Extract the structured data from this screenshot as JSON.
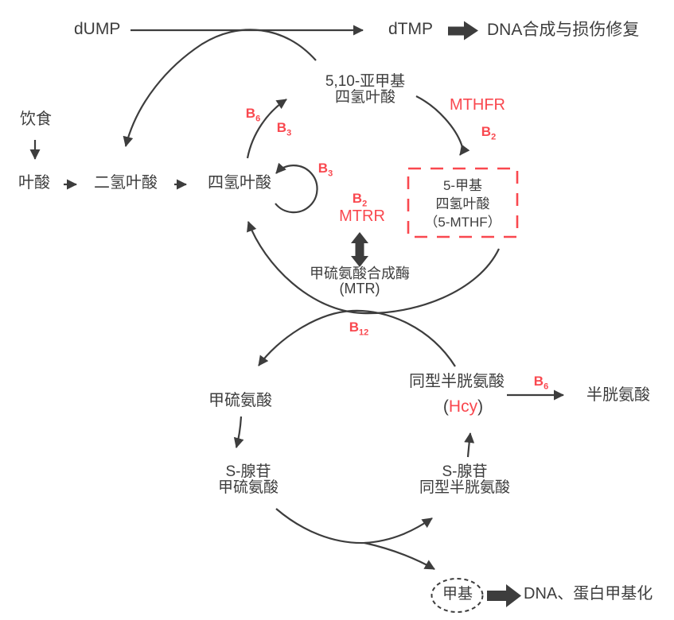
{
  "colors": {
    "ink": "#3d3d3d",
    "accent_red": "#f9484f",
    "background": "#ffffff"
  },
  "nodes": {
    "dump": "dUMP",
    "dtmp": "dTMP",
    "dna_synthesis": "DNA合成与损伤修复",
    "diet": "饮食",
    "folate": "叶酸",
    "dihydrofolate": "二氢叶酸",
    "tetrahydrofolate": "四氢叶酸",
    "methylene_thf": {
      "line1": "5,10-亚甲基",
      "line2": "四氢叶酸"
    },
    "five_mthf": {
      "line1": "5-甲基",
      "line2": "四氢叶酸",
      "line3": "（5-MTHF）"
    },
    "methionine_synthase": {
      "line1": "甲硫氨酸合成酶",
      "line2": "(MTR)"
    },
    "methionine": "甲硫氨酸",
    "homocysteine": {
      "name": "同型半胱氨酸",
      "paren_open": "(",
      "abbr": "Hcy",
      "paren_close": ")"
    },
    "cysteine": "半胱氨酸",
    "sam": {
      "line1": "S-腺苷",
      "line2": "甲硫氨酸"
    },
    "sah": {
      "line1": "S-腺苷",
      "line2": "同型半胱氨酸"
    },
    "methyl": "甲基",
    "dna_methylation": "DNA、蛋白甲基化"
  },
  "enzymes": {
    "mthfr": "MTHFR",
    "mtrr": "MTRR"
  },
  "cofactors": {
    "b6_folate": {
      "base": "B",
      "sub": "6"
    },
    "b3_folate": {
      "base": "B",
      "sub": "3"
    },
    "b3_loop": {
      "base": "B",
      "sub": "3"
    },
    "b2_mthfr": {
      "base": "B",
      "sub": "2"
    },
    "b2_mtrr": {
      "base": "B",
      "sub": "2"
    },
    "b12_mtr": {
      "base": "B",
      "sub": "12"
    },
    "b6_cbs": {
      "base": "B",
      "sub": "6"
    }
  }
}
